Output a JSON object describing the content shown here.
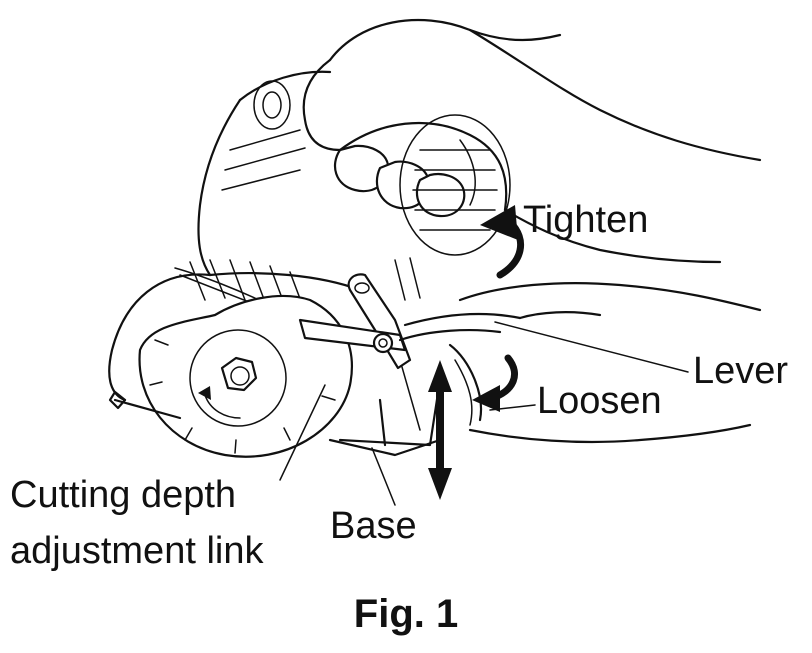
{
  "labels": {
    "tighten": "Tighten",
    "lever": "Lever",
    "loosen": "Loosen",
    "cutting_depth_line1": "Cutting depth",
    "cutting_depth_line2": "adjustment link",
    "base": "Base",
    "figure_caption": "Fig. 1"
  },
  "colors": {
    "ink": "#111111",
    "background": "#ffffff"
  }
}
